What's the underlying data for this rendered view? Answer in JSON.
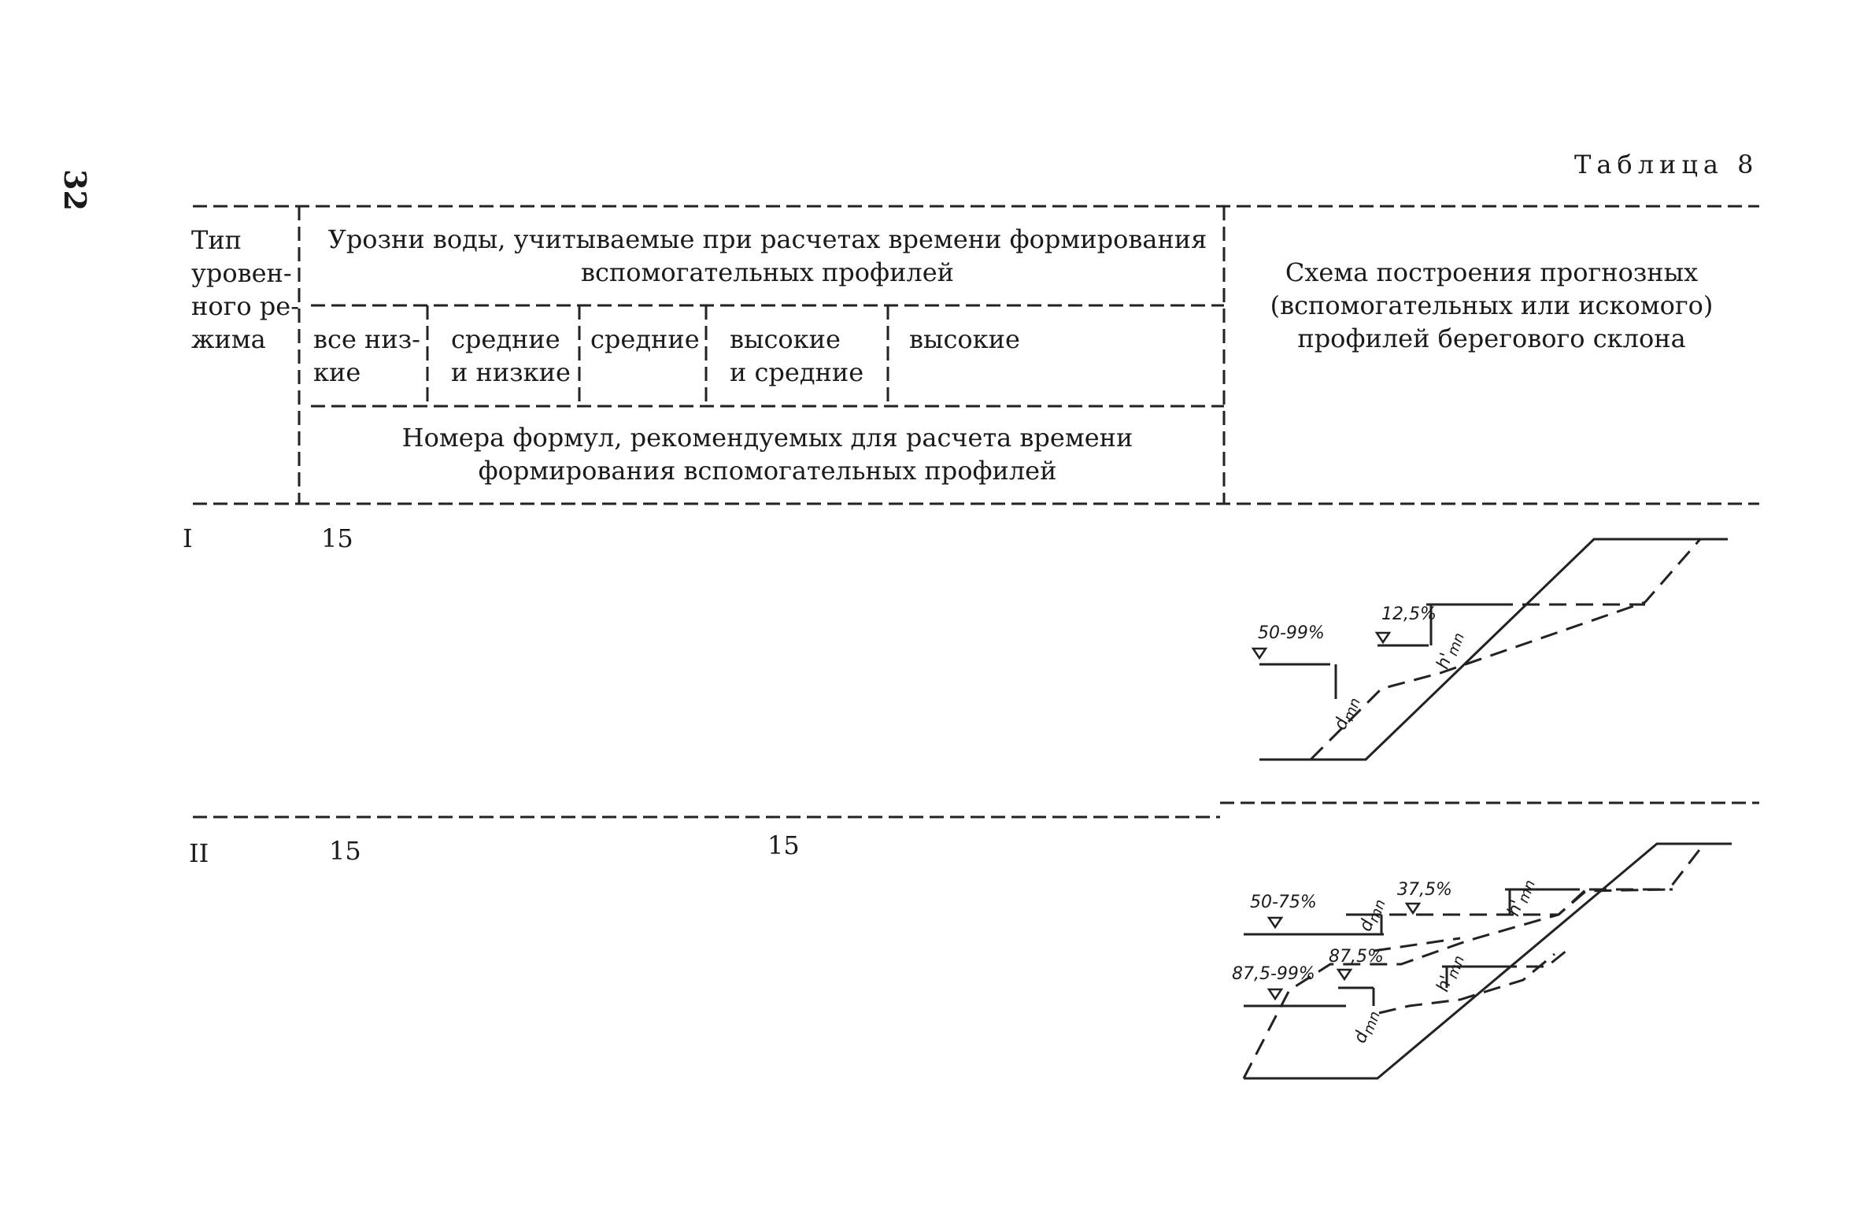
{
  "page_number": "32",
  "table_caption": "Таблица 8",
  "header": {
    "regime_type_lines": [
      "Тип",
      "уровен-",
      "ного ре-",
      "жима"
    ],
    "water_levels_lines": [
      "Урозни воды, учитываемые при расчетах времени формирования",
      "вспомогательных профилей"
    ],
    "scheme_lines": [
      "Схема построения прогнозных",
      "(вспомогательных или искомого)",
      "профилей берегового склона"
    ],
    "subcolumns": [
      {
        "lines": [
          "все низ-",
          "кие"
        ]
      },
      {
        "lines": [
          "средние",
          "и низкие"
        ]
      },
      {
        "lines": [
          "средние"
        ]
      },
      {
        "lines": [
          "высокие",
          "и средние"
        ]
      },
      {
        "lines": [
          "высокие"
        ]
      }
    ],
    "formulas_lines": [
      "Номера формул, рекомендуемых для расчета времени",
      "формирования вспомогательных профилей"
    ]
  },
  "rows": [
    {
      "type": "I",
      "cells": [
        "15",
        "",
        "",
        "",
        ""
      ],
      "diagram": {
        "labels": [
          "50-99%",
          "12,5%",
          "d",
          "mn",
          "h'",
          "mn"
        ]
      }
    },
    {
      "type": "II",
      "cells": [
        "15",
        "",
        "",
        "15",
        ""
      ],
      "diagram": {
        "labels": [
          "50-75%",
          "37,5%",
          "87,5-99%",
          "87,5%",
          "d",
          "mn",
          "h'",
          "mn",
          "h'",
          "mn",
          "d",
          "mn"
        ]
      }
    }
  ]
}
